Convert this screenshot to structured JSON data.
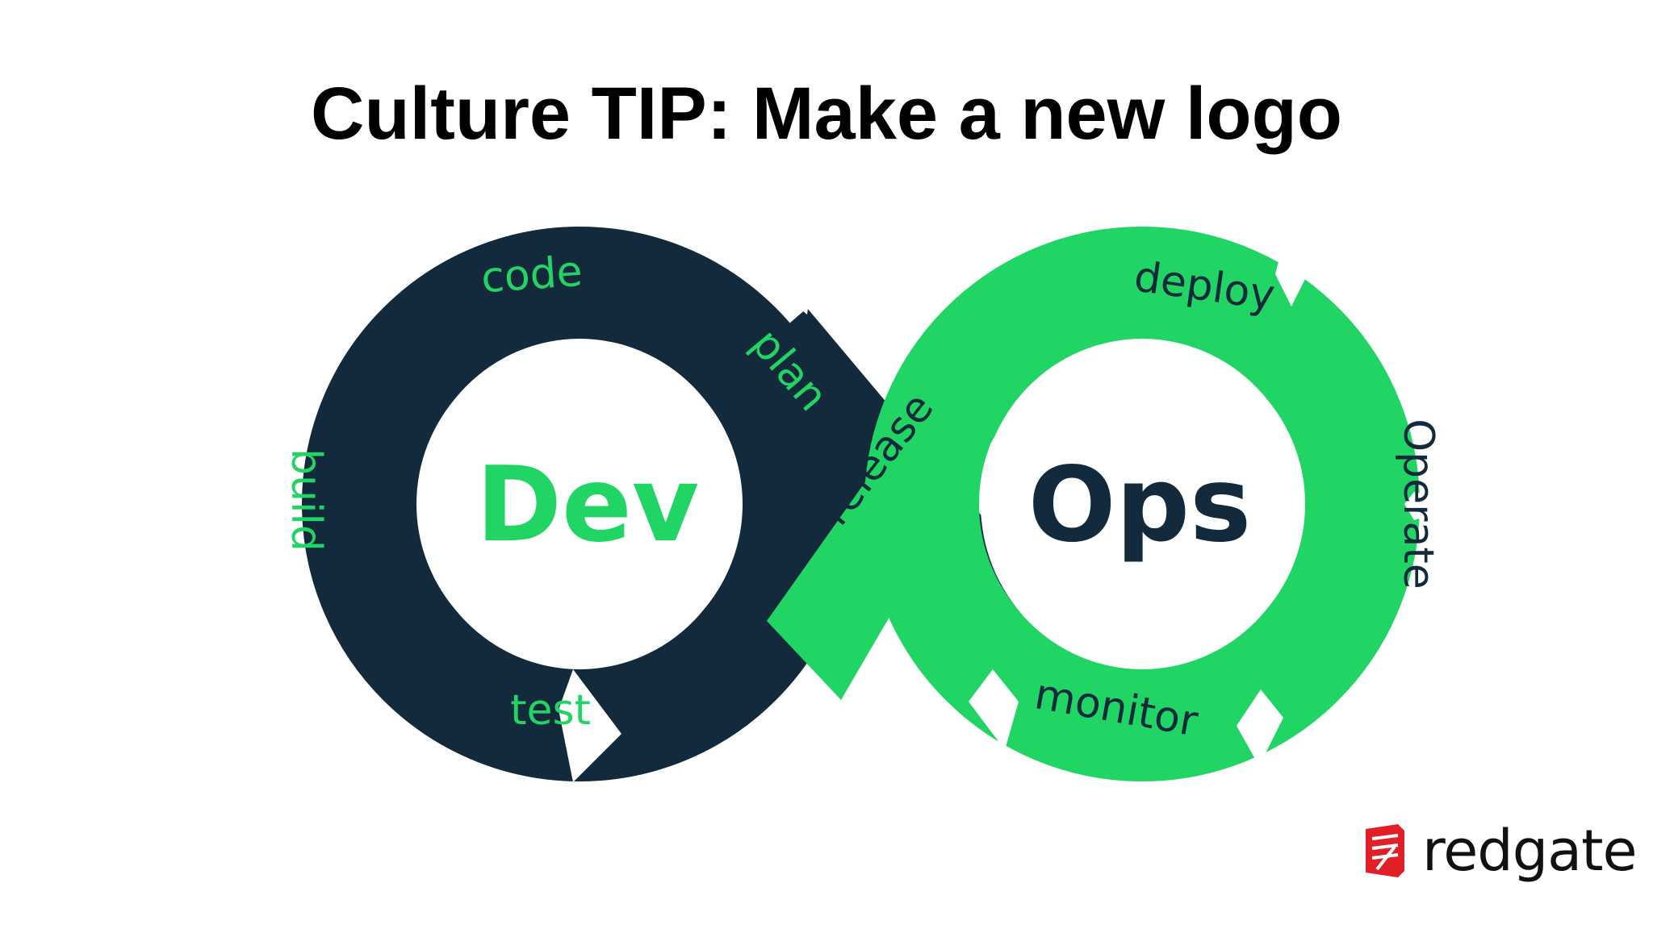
{
  "slide": {
    "title": "Culture TIP: Make a new logo"
  },
  "logo": {
    "dev": "Dev",
    "ops": "Ops",
    "segments": {
      "plan": "plan",
      "code": "code",
      "build": "build",
      "test": "test",
      "release": "release",
      "deploy": "deploy",
      "operate": "Operate",
      "monitor": "monitor"
    },
    "colors": {
      "dark": "#132a3c",
      "green": "#21d565"
    }
  },
  "brand": {
    "name": "redgate",
    "icon": "redgate-logo-icon",
    "color": "#e21f26"
  }
}
